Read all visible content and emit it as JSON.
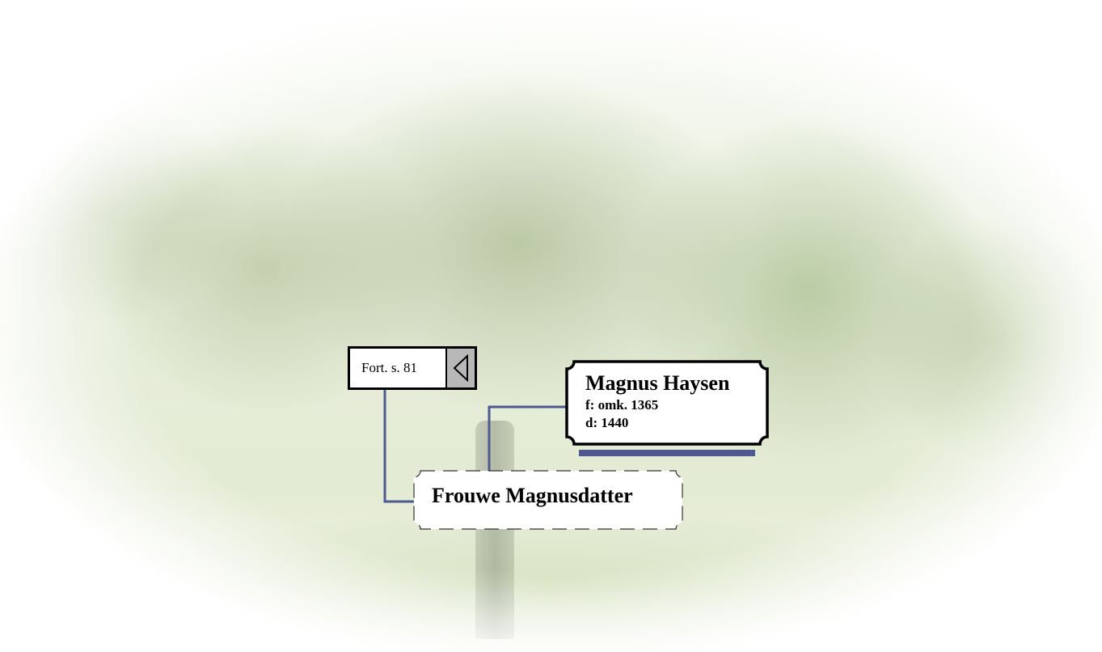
{
  "continuation": {
    "label": "Fort. s. 81",
    "arrow_icon": "triangle-left-icon"
  },
  "person": {
    "name": "Magnus Haysen",
    "born": "f: omk. 1365",
    "died": "d: 1440"
  },
  "descendant": {
    "name": "Frouwe Magnusdatter"
  },
  "colors": {
    "connector": "#4e5a8f",
    "border": "#000000",
    "arrow_fill": "#b8b8b8"
  }
}
